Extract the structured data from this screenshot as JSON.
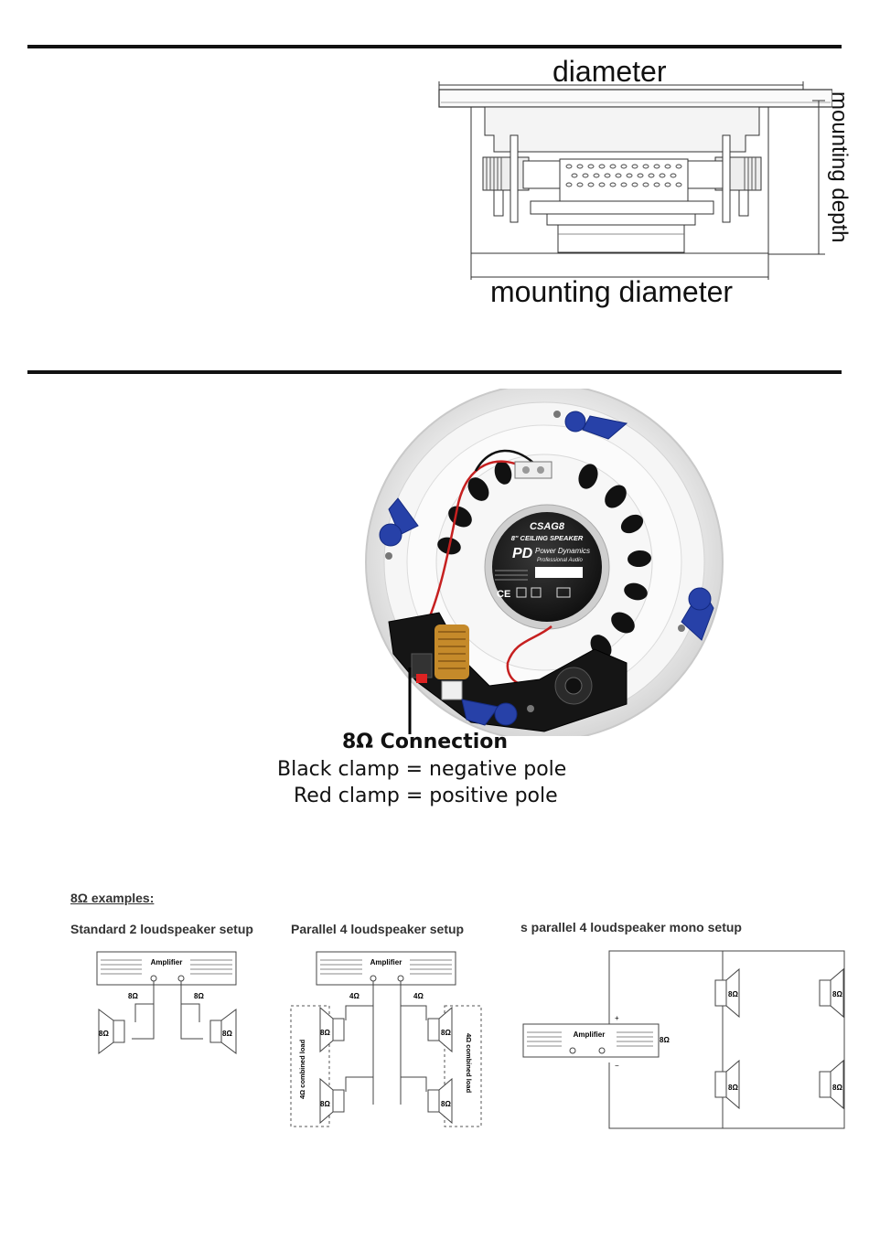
{
  "dimensions": {
    "diameter_label": "diameter",
    "mounting_depth_label": "mounting depth",
    "mounting_diameter_label": "mounting diameter"
  },
  "speaker_label": {
    "model": "CSAG8",
    "description": "8'' CEILING SPEAKER",
    "brand": "Power Dynamics",
    "tagline": "Professional Audio",
    "logo_letters": "PD",
    "ce_mark": "CE"
  },
  "connection": {
    "title": "8Ω Connection",
    "black_clamp": "Black clamp = negative pole",
    "red_clamp": "Red clamp = positive pole"
  },
  "examples": {
    "heading": "8Ω examples:",
    "standard_title": "Standard 2 loudspeaker setup",
    "parallel_title": "Parallel 4 loudspeaker setup",
    "series_title": "s parallel 4 loudspeaker mono setup",
    "amplifier": "Amplifier",
    "ohm8": "8Ω",
    "ohm4": "4Ω",
    "combined_load": "4Ω combined load",
    "plus": "+",
    "minus": "−"
  }
}
